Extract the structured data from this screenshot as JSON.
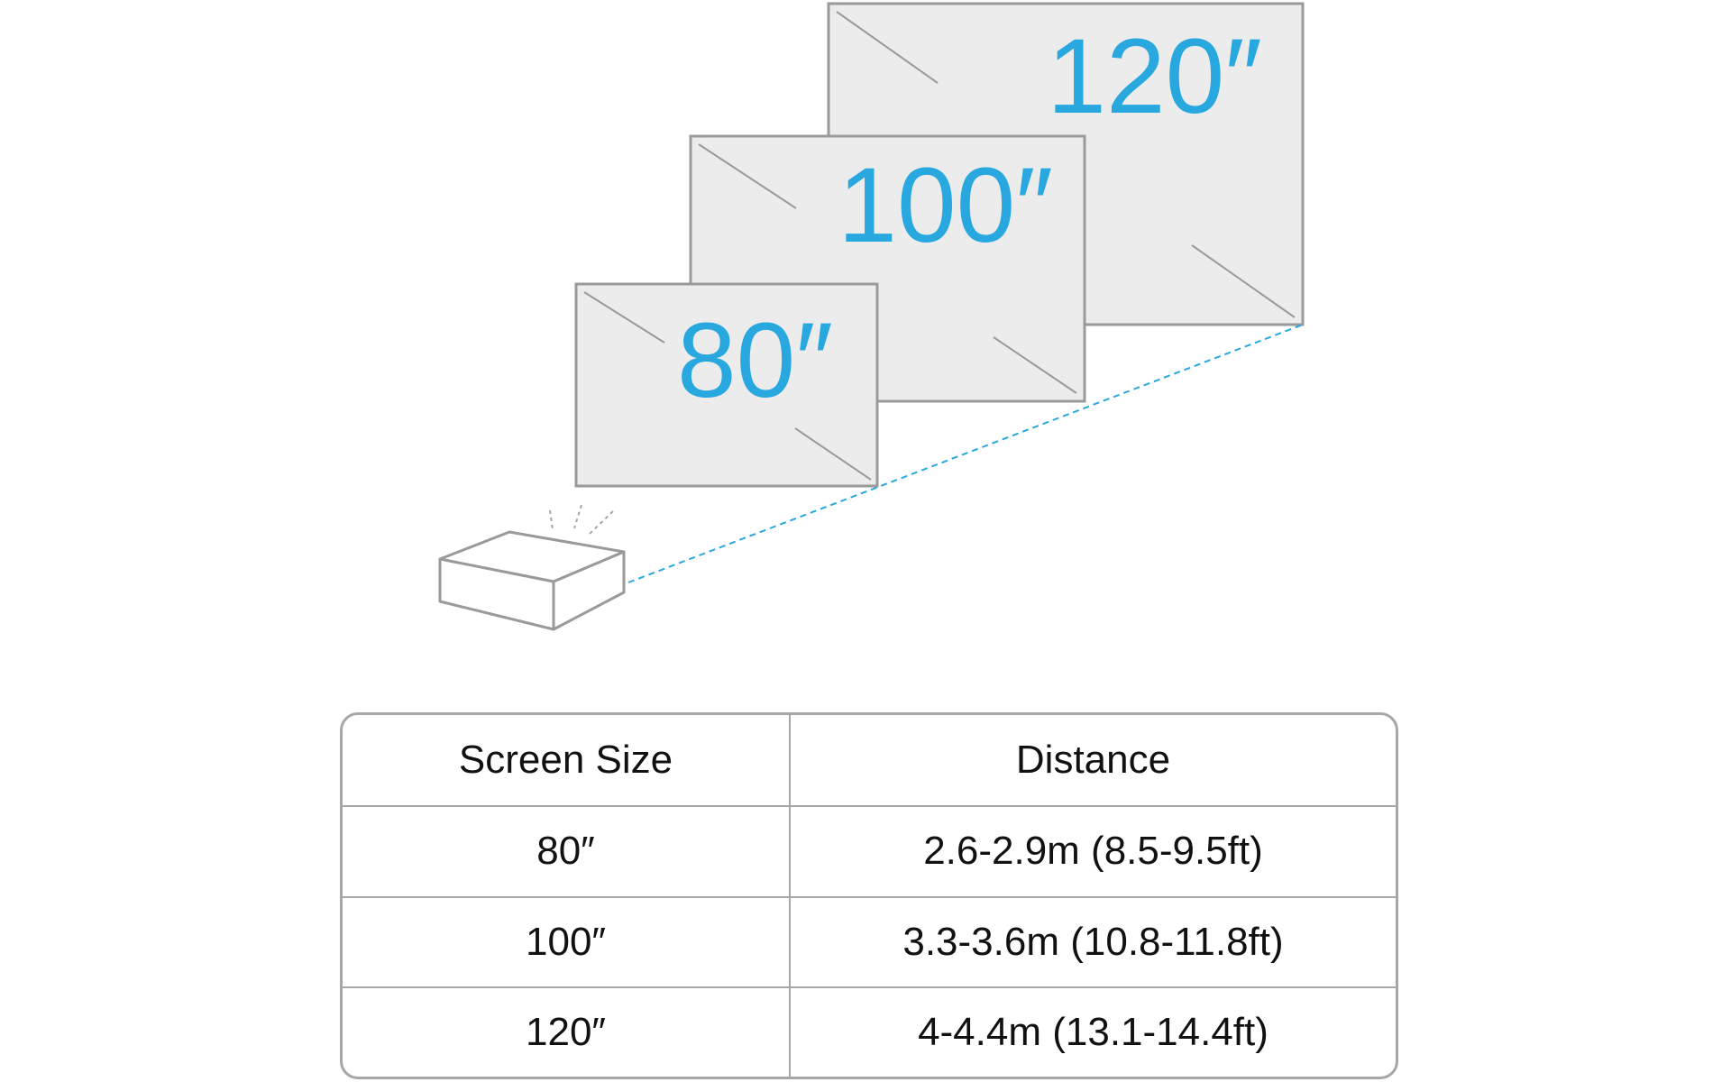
{
  "screens": [
    {
      "size_label": "80″"
    },
    {
      "size_label": "100″"
    },
    {
      "size_label": "120″"
    }
  ],
  "table": {
    "headers": [
      "Screen Size",
      "Distance"
    ],
    "rows": [
      [
        "80″",
        "2.6-2.9m (8.5-9.5ft)"
      ],
      [
        "100″",
        "3.3-3.6m (10.8-11.8ft)"
      ],
      [
        "120″",
        "4-4.4m (13.1-14.4ft)"
      ]
    ]
  },
  "colors": {
    "accent": "#29a8e0",
    "screen_fill": "#ececec",
    "outline": "#a7a7a7",
    "text": "#111111"
  }
}
